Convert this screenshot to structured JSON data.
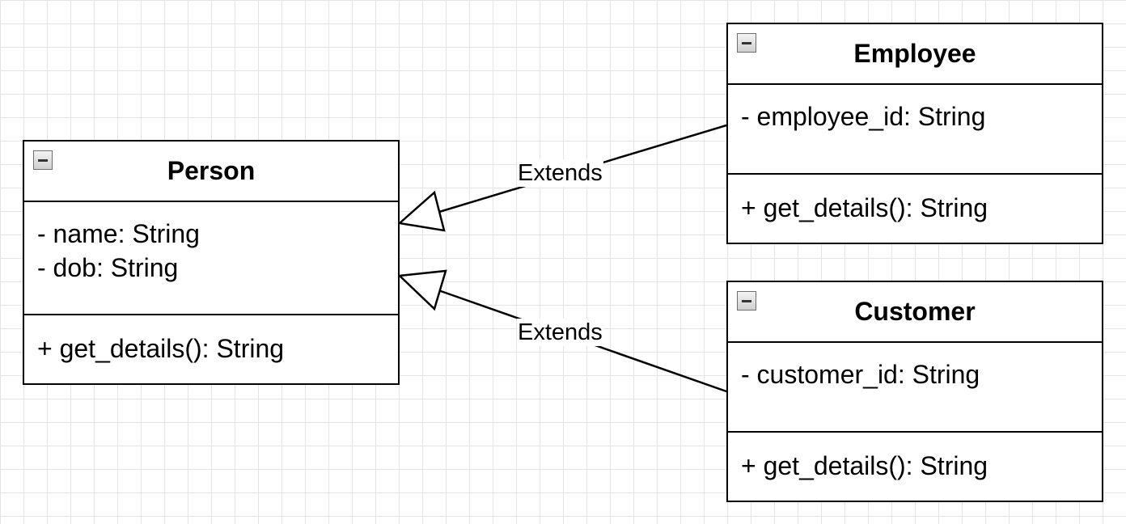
{
  "diagram": {
    "classes": {
      "person": {
        "name": "Person",
        "attributes": [
          "- name: String",
          "- dob: String"
        ],
        "operations": [
          "+ get_details(): String"
        ]
      },
      "employee": {
        "name": "Employee",
        "attributes": [
          "- employee_id: String"
        ],
        "operations": [
          "+ get_details(): String"
        ]
      },
      "customer": {
        "name": "Customer",
        "attributes": [
          "- customer_id: String"
        ],
        "operations": [
          "+ get_details(): String"
        ]
      }
    },
    "relations": [
      {
        "from": "Employee",
        "to": "Person",
        "label": "Extends",
        "type": "generalization"
      },
      {
        "from": "Customer",
        "to": "Person",
        "label": "Extends",
        "type": "generalization"
      }
    ],
    "icons": {
      "collapse": "minus-square-icon"
    },
    "colors": {
      "line": "#000000",
      "grid": "#e4e4e4",
      "background": "#ffffff"
    }
  }
}
